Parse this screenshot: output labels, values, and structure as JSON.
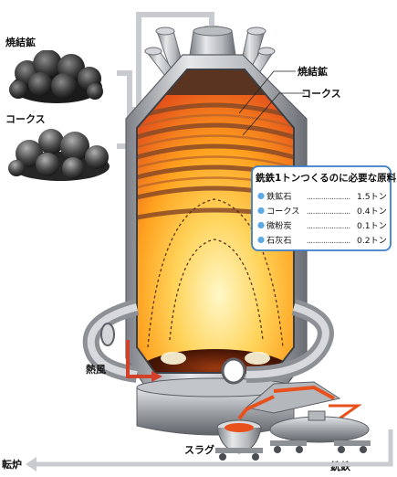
{
  "labels": {
    "sinter_photo": "焼結鉱",
    "coke_photo": "コークス",
    "sinter_layer": "焼結鉱",
    "coke_layer": "コークス",
    "hot_blast": "熱風",
    "slag": "スラグ",
    "pig_iron": "銑鉄",
    "converter": "転炉"
  },
  "materials_box": {
    "title": "銑鉄1トンつくるのに必要な原料",
    "items": [
      {
        "name": "鉄鉱石",
        "dots": "…………………",
        "amount": "1.5トン"
      },
      {
        "name": "コークス",
        "dots": "…………………",
        "amount": "0.4トン"
      },
      {
        "name": "微粉炭",
        "dots": "…………………",
        "amount": "0.1トン"
      },
      {
        "name": "石灰石",
        "dots": "…………………",
        "amount": "0.2トン"
      }
    ]
  },
  "colors": {
    "steel_light": "#d8dadd",
    "steel_dark": "#5c6066",
    "hot_core": "#fff3b0",
    "hot_mid": "#ffb32a",
    "hot_outer": "#e8501c",
    "coke_band": "#8a4a26",
    "box_border": "#3a7fc7",
    "bullet": "#5aa9e6",
    "hot_blast_arrow": "#d3402a",
    "flow_arrow": "#c8cbd0"
  }
}
